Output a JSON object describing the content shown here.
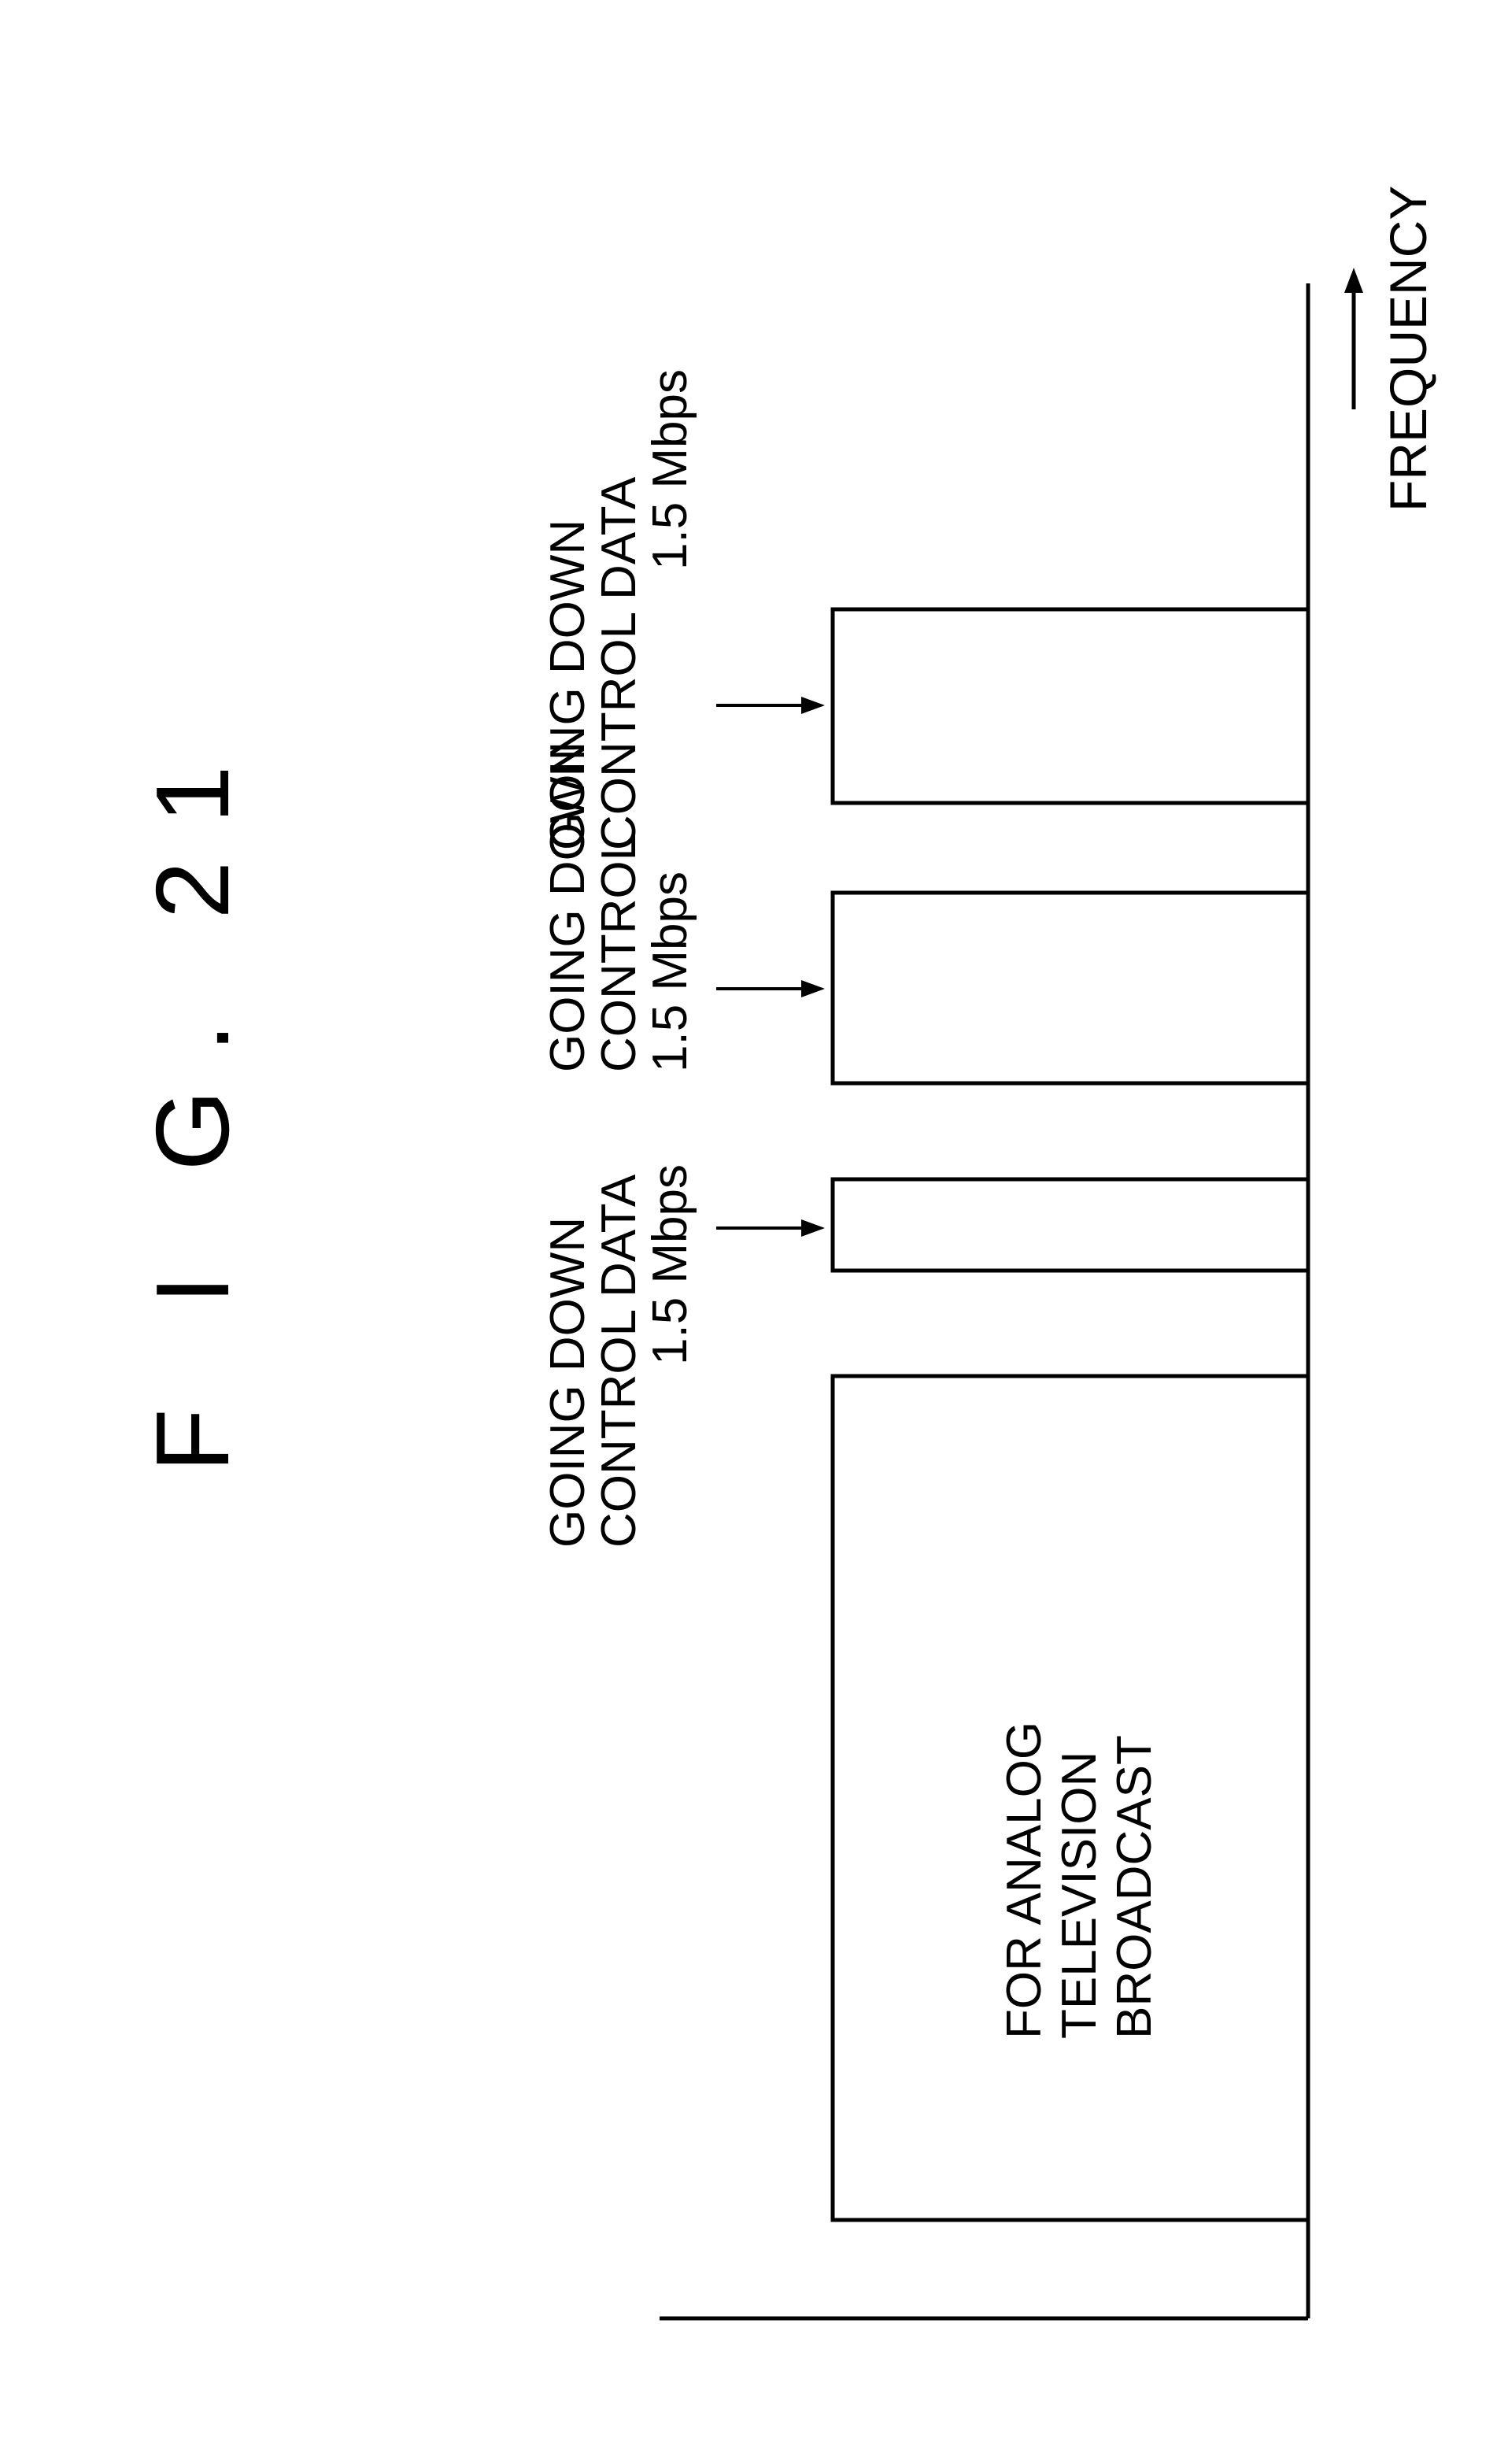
{
  "figure": {
    "title": "F I G. 21",
    "line_color": "#000000",
    "background": "#ffffff"
  },
  "axis": {
    "label": "FREQUENCY",
    "arrow_direction": "increasing frequency"
  },
  "bands": [
    {
      "id": "analog-tv",
      "lines": [
        "FOR ANALOG",
        "TELEVISION",
        "BROADCAST"
      ]
    },
    {
      "id": "control-data-1",
      "lines": [
        "GOING DOWN",
        "CONTROL DATA",
        "1.5 Mbps"
      ]
    },
    {
      "id": "control-data-2",
      "lines": [
        "GOING DOWN",
        "CONTROL",
        "1.5 Mbps"
      ]
    },
    {
      "id": "control-data-3",
      "lines": [
        "GOING DOWN",
        "CONTROL DATA",
        "1.5 Mbps"
      ]
    }
  ]
}
